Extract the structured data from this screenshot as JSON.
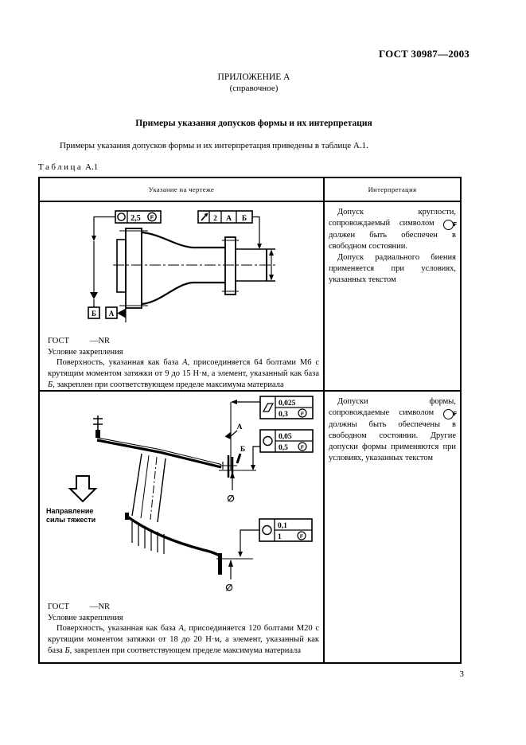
{
  "page": {
    "doc_number": "ГОСТ 30987—2003",
    "appendix": "ПРИЛОЖЕНИЕ А",
    "appendix_note": "(справочное)",
    "title": "Примеры указания допусков формы и их интерпретация",
    "intro": "Примеры указания допусков формы и их интерпретация приведены в таблице А.1.",
    "table_label_word": "Таблица",
    "table_label_num": "А.1",
    "page_number": "3"
  },
  "table": {
    "col1": "Указание на чертеже",
    "col2": "Интерпретация"
  },
  "row1": {
    "drawing": {
      "fcf_circularity_value": "2,5",
      "fcf_circularity_mod": "F",
      "fcf_runout_value": "2",
      "fcf_runout_datum1": "А",
      "fcf_runout_datum2": "Б",
      "datum_box_b": "Б",
      "datum_box_a": "А"
    },
    "gost": "ГОСТ",
    "nr": "—NR",
    "cond": "Условие закрепления",
    "body_1": "Поверхность, указанная как база ",
    "body_datum1": "А",
    "body_2": ", присоединяется 64 болтами М6 с крутящим моментом затяжки от 9 до 15 Н·м, а элемент, указанный как база ",
    "body_datum2": "Б",
    "body_3": ", закреплен при соответствующем пределе максимума материала",
    "interp_1": "Допуск круглости, сопровождаемый символом ",
    "interp_mod": "F",
    "interp_2": ", должен быть обеспечен в свободном состоянии.",
    "interp_3": "Допуск радиального биения применяется при условиях, указанных текстом"
  },
  "row2": {
    "drawing": {
      "fcf_flatness_v1": "0,025",
      "fcf_flatness_v2": "0,3",
      "fcf_flatness_mod": "F",
      "fcf_circ1_v1": "0,05",
      "fcf_circ1_v2": "0,5",
      "fcf_circ1_mod": "F",
      "fcf_circ2_v1": "0,1",
      "fcf_circ2_v2": "1",
      "fcf_circ2_mod": "F",
      "datum_a": "А",
      "datum_b": "Б",
      "dia1": "∅",
      "dia2": "∅",
      "gravity_line1": "Направление",
      "gravity_line2": "силы тяжести"
    },
    "gost": "ГОСТ",
    "nr": "—NR",
    "cond": "Условие закрепления",
    "body_1": "Поверхность, указанная как база ",
    "body_datum1": "А",
    "body_2": ", присоединяется 120 болтами М20 с крутящим моментом затяжки от 18 до 20 Н·м, а элемент, указанный как база ",
    "body_datum2": "Б",
    "body_3": ", закреплен при соответствующем пределе максимума материала",
    "interp_1": "Допуски формы, сопровождаемые символом ",
    "interp_mod": "F",
    "interp_2": ", должны быть обеспечены в свободном состоянии. Другие допуски формы применяются при условиях, указанных текстом"
  }
}
